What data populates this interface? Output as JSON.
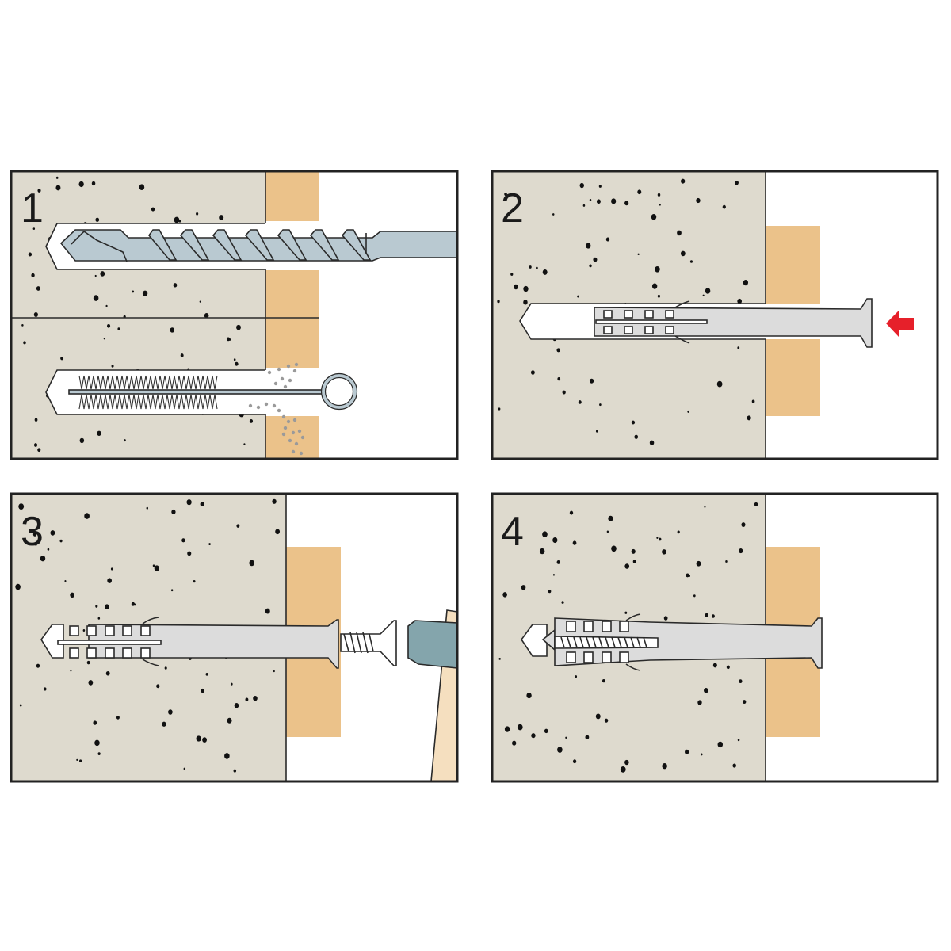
{
  "steps": [
    {
      "number": "1",
      "action": "drill-and-clean"
    },
    {
      "number": "2",
      "action": "insert-anchor"
    },
    {
      "number": "3",
      "action": "hammer-in"
    },
    {
      "number": "4",
      "action": "installed"
    }
  ],
  "colors": {
    "concrete": "#dedace",
    "wood": "#ebc28a",
    "anchor": "#dcdcdc",
    "drill": "#b9c9d1",
    "hammer_head": "#84a5ac",
    "handle": "#f5dfbf",
    "arrow": "#e6202a",
    "dust": "#9a9a9a",
    "frame": "#222222"
  }
}
